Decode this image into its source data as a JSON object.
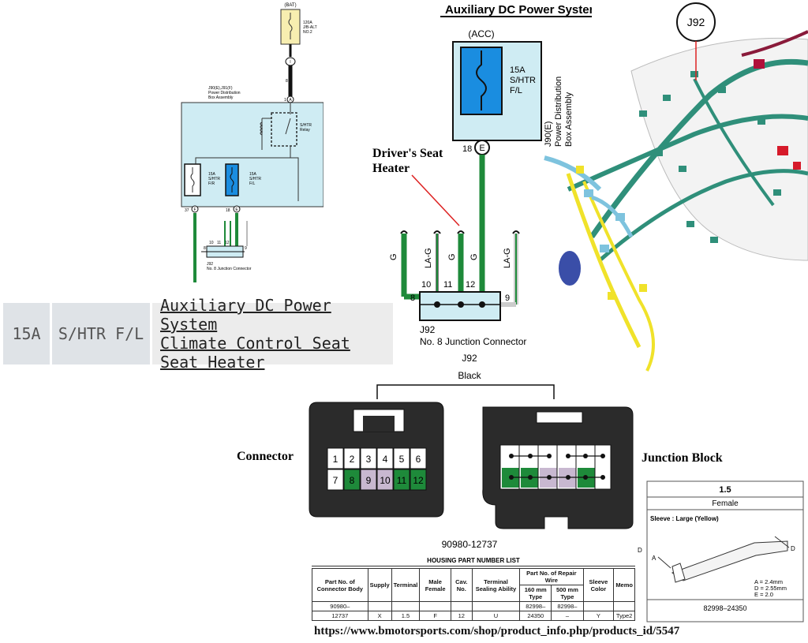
{
  "left_schematic": {
    "bat": "(BAT)",
    "fuse_120a": [
      "120A",
      "J/B-ALT",
      "NO.2"
    ],
    "conn_i": "I",
    "wire_8": "8",
    "pdb_title": [
      "J90(E),J91(F)",
      "Power Distribution",
      "Box Assembly"
    ],
    "pin_1a": "1",
    "pin_a": "A",
    "relay_label": [
      "S/HTR",
      "Relay"
    ],
    "fuse_fr": [
      "15A",
      "S/HTR",
      "F/R"
    ],
    "fuse_fl": [
      "15A",
      "S/HTR",
      "F/L"
    ],
    "pin_37": "37",
    "pin_f": "F",
    "pin_18": "18",
    "pin_e": "E",
    "jc_pins": [
      "8",
      "10",
      "11",
      "12",
      "9"
    ],
    "jc_name": "J92",
    "jc_label": "No. 8 Junction Connector"
  },
  "fuse_table": {
    "amp": "15A",
    "name": "S/HTR F/L",
    "links": [
      "Auxiliary DC Power System",
      "Climate Control Seat",
      "Seat Heater"
    ]
  },
  "center_schematic": {
    "title": "Auxiliary DC Power System",
    "acc": "(ACC)",
    "fuse_label": [
      "15A",
      "S/HTR",
      "F/L"
    ],
    "pdb_label": [
      "J90(E)",
      "Power Distribution",
      "Box Assembly"
    ],
    "pin_18": "18",
    "pin_e": "E",
    "callout": [
      "Driver's Seat",
      "Heater"
    ],
    "wires": [
      "G",
      "LA-G",
      "G",
      "G",
      "LA-G"
    ],
    "pins": [
      "10",
      "11",
      "12",
      "8",
      "9"
    ],
    "jc_name": "J92",
    "jc_label": "No. 8 Junction Connector"
  },
  "harness": {
    "callout": "J92"
  },
  "connector_view": {
    "title": "J92",
    "color": "Black",
    "connector_label": "Connector",
    "junction_label": "Junction Block",
    "cav_row1": [
      "1",
      "2",
      "3",
      "4",
      "5",
      "6"
    ],
    "cav_row2": [
      "7",
      "8",
      "9",
      "10",
      "11",
      "12"
    ],
    "part_no": "90980-12737"
  },
  "housing_list": {
    "title": "HOUSING PART NUMBER LIST",
    "headers": [
      "Part No. of Connector Body",
      "Supply",
      "Terminal",
      "Male Female",
      "Cav. No.",
      "Terminal Sealing Ability",
      "Part No. of Repair Wire",
      "Sleeve Color",
      "Memo"
    ],
    "sub_headers": [
      "160 mm Type",
      "500 mm Type"
    ],
    "row_top": [
      "90980–",
      "82998–",
      "82998–"
    ],
    "row_bottom": [
      "12737",
      "X",
      "1.5",
      "F",
      "12",
      "U",
      "24350",
      "–",
      "Y",
      "Type2"
    ]
  },
  "terminal_box": {
    "size": "1.5",
    "gender": "Female",
    "sleeve": "Sleeve : Large (Yellow)",
    "dims": [
      "A = 2.4mm",
      "D = 2.55mm",
      "E = 2.0"
    ],
    "label_a": "A",
    "label_d": "D",
    "label_d2": "D",
    "part": "82998–24350"
  },
  "footer_url": "https://www.bmotorsports.com/shop/product_info.php/products_id/5547"
}
